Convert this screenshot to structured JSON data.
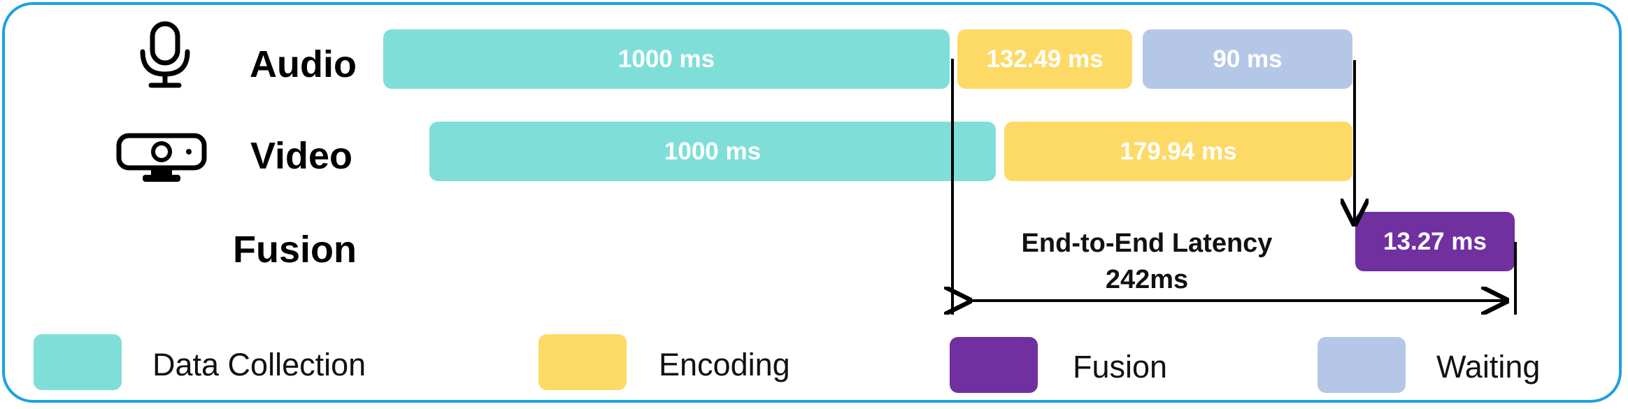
{
  "rows": {
    "audio": {
      "label": "Audio",
      "icon": "microphone-icon"
    },
    "video": {
      "label": "Video",
      "icon": "webcam-icon"
    },
    "fusion": {
      "label": "Fusion"
    }
  },
  "bars": {
    "audio_collection": {
      "label": "1000 ms",
      "value_ms": 1000,
      "phase": "Data Collection"
    },
    "audio_encoding": {
      "label": "132.49 ms",
      "value_ms": 132.49,
      "phase": "Encoding"
    },
    "audio_waiting": {
      "label": "90 ms",
      "value_ms": 90,
      "phase": "Waiting"
    },
    "video_collection": {
      "label": "1000 ms",
      "value_ms": 1000,
      "phase": "Data Collection"
    },
    "video_encoding": {
      "label": "179.94 ms",
      "value_ms": 179.94,
      "phase": "Encoding"
    },
    "fusion": {
      "label": "13.27 ms",
      "value_ms": 13.27,
      "phase": "Fusion"
    }
  },
  "latency": {
    "title": "End-to-End Latency",
    "value": "242ms"
  },
  "legend": [
    {
      "label": "Data Collection",
      "color": "#7fdfd8"
    },
    {
      "label": "Encoding",
      "color": "#fdd966"
    },
    {
      "label": "Fusion",
      "color": "#7030a0"
    },
    {
      "label": "Waiting",
      "color": "#b4c7e7"
    }
  ],
  "colors": {
    "frame": "#1da1e2",
    "data_collection": "#7fdfd8",
    "encoding": "#fdd966",
    "fusion": "#7030a0",
    "waiting": "#b4c7e7"
  }
}
